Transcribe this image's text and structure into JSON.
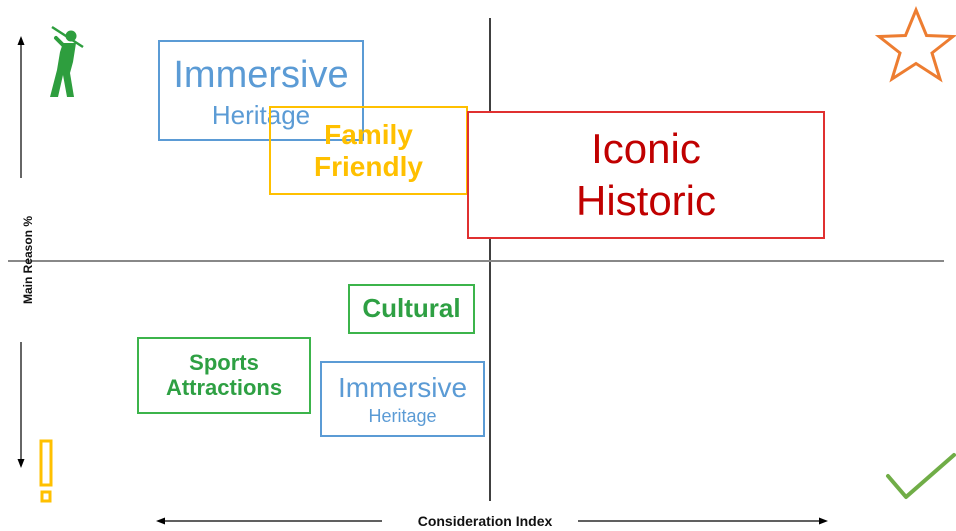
{
  "axes": {
    "x_label": "Consideration Index",
    "y_label": "Main Reason %"
  },
  "boxes": {
    "immersive_heritage_top": {
      "line1": "Immersive",
      "line2": "Heritage",
      "color": "#5b9bd5"
    },
    "family_friendly": {
      "line1": "Family",
      "line2": "Friendly",
      "color": "#ffc000"
    },
    "iconic_historic": {
      "line1": "Iconic",
      "line2": "Historic",
      "color": "#c00000"
    },
    "cultural": {
      "label": "Cultural",
      "color": "#2ea043"
    },
    "sports_attractions": {
      "line1": "Sports",
      "line2": "Attractions",
      "color": "#2ea043"
    },
    "immersive_heritage_bottom": {
      "line1": "Immersive",
      "line2": "Heritage",
      "color": "#5b9bd5"
    }
  },
  "quadrant_icons": {
    "top_left": "golfer-icon",
    "top_right": "star-icon",
    "bottom_left": "exclamation-icon",
    "bottom_right": "checkmark-icon"
  }
}
